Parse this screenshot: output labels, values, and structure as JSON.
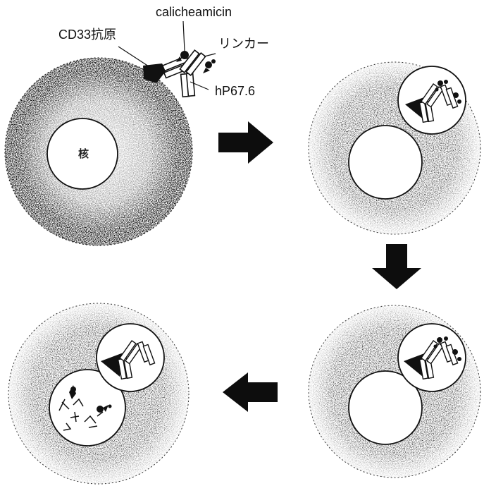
{
  "labels": {
    "calicheamicin": "calicheamicin",
    "cd33_antigen": "CD33抗原",
    "linker": "リンカー",
    "antibody": "hP67.6",
    "nucleus": "核"
  },
  "colors": {
    "cell_speckle": "#1a1a1a",
    "outline": "#111111",
    "arrow": "#0d0d0d",
    "background": "#ffffff"
  }
}
